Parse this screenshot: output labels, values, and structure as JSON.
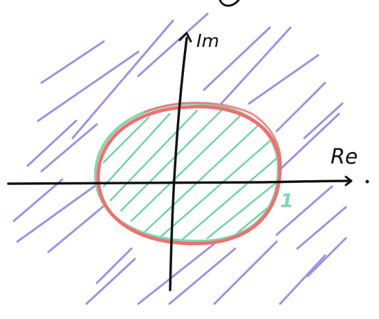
{
  "labels": {
    "imag_axis": "Im",
    "real_axis": "Re",
    "unit_mark": "1"
  },
  "colors": {
    "outer_hatch": "#8f86e6",
    "inner_hatch": "#6fd3a5",
    "green_circle": "#7ed9b0",
    "red_circle": "#f06f6f",
    "axes": "#111111"
  }
}
